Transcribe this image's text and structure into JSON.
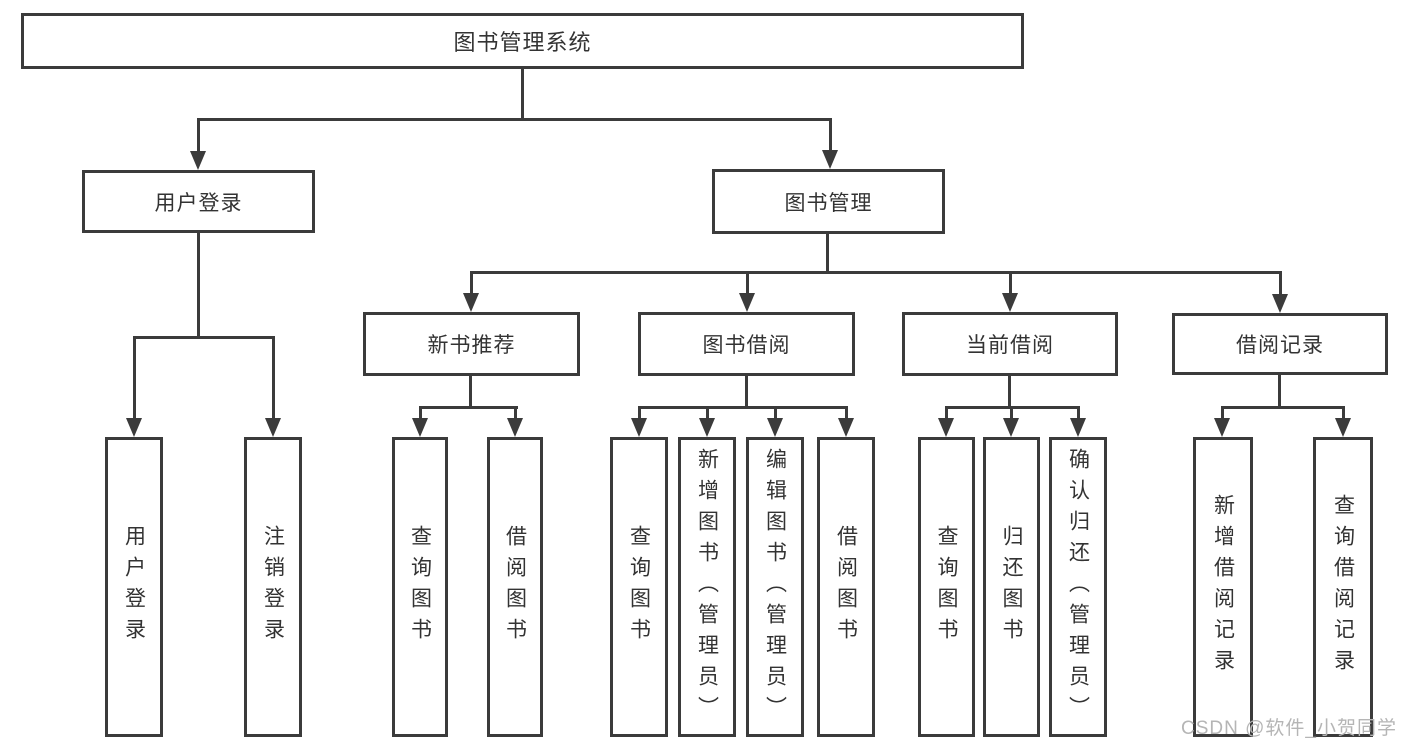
{
  "diagram": {
    "type": "hierarchy-tree",
    "title": "图书管理系统",
    "colors": {
      "line": "#3b3b3b",
      "box_border": "#3b3b3b",
      "text": "#333333",
      "background": "#ffffff",
      "watermark": "#b5b5b5"
    },
    "nodes": {
      "root": {
        "label": "图书管理系统"
      },
      "user_login": {
        "label": "用户登录"
      },
      "book_management": {
        "label": "图书管理"
      },
      "new_book_recommend": {
        "label": "新书推荐"
      },
      "book_borrow": {
        "label": "图书借阅"
      },
      "current_borrow": {
        "label": "当前借阅"
      },
      "borrow_records": {
        "label": "借阅记录"
      },
      "leaf_user_login": {
        "label": "用户登录"
      },
      "leaf_logout_login": {
        "label": "注销登录"
      },
      "leaf_query_book_a": {
        "label": "查询图书"
      },
      "leaf_borrow_book_a": {
        "label": "借阅图书"
      },
      "leaf_query_book_b": {
        "label": "查询图书"
      },
      "leaf_add_book_admin": {
        "label": "新增图书（管理员）"
      },
      "leaf_edit_book_admin": {
        "label": "编辑图书（管理员）"
      },
      "leaf_borrow_book_b": {
        "label": "借阅图书"
      },
      "leaf_query_book_c": {
        "label": "查询图书"
      },
      "leaf_return_book": {
        "label": "归还图书"
      },
      "leaf_confirm_return_admin": {
        "label": "确认归还（管理员）"
      },
      "leaf_add_borrow_record": {
        "label": "新增借阅记录"
      },
      "leaf_query_borrow_record": {
        "label": "查询借阅记录"
      }
    },
    "hierarchy": {
      "图书管理系统": {
        "用户登录": [
          "用户登录",
          "注销登录"
        ],
        "图书管理": {
          "新书推荐": [
            "查询图书",
            "借阅图书"
          ],
          "图书借阅": [
            "查询图书",
            "新增图书（管理员）",
            "编辑图书（管理员）",
            "借阅图书"
          ],
          "当前借阅": [
            "查询图书",
            "归还图书",
            "确认归还（管理员）"
          ],
          "借阅记录": [
            "新增借阅记录",
            "查询借阅记录"
          ]
        }
      }
    },
    "watermark": "CSDN @软件_小贺同学"
  }
}
